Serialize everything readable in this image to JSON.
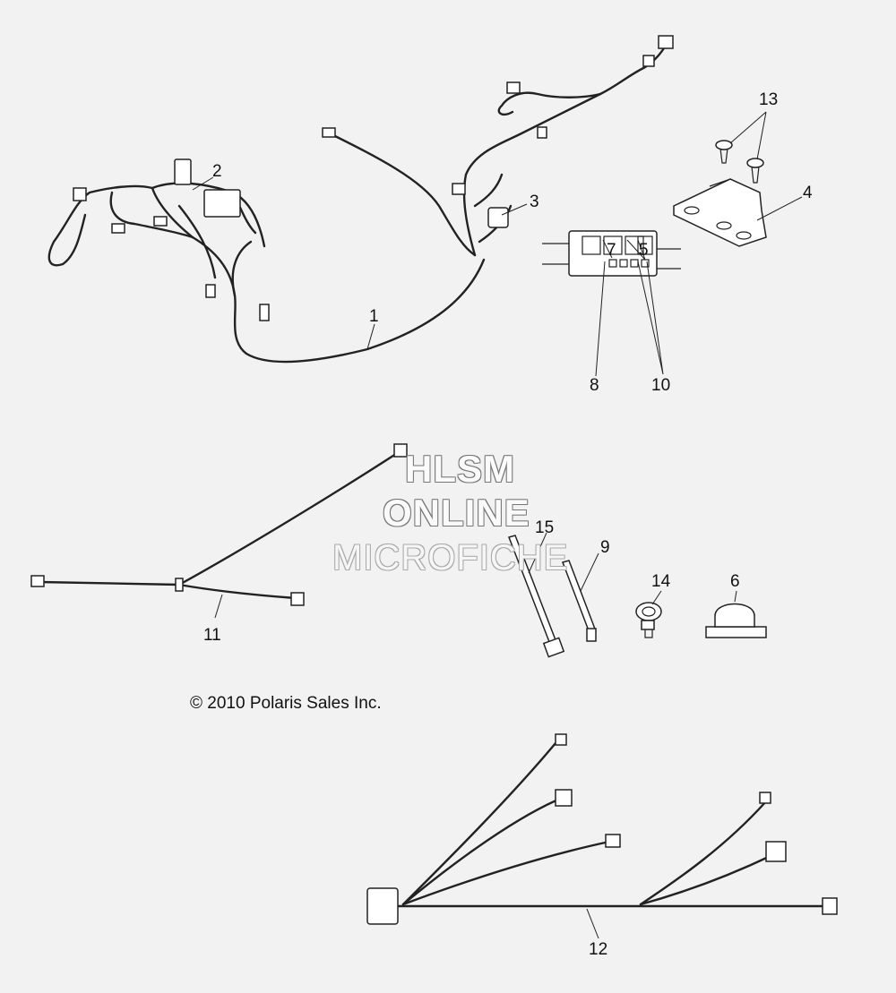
{
  "callouts": [
    "1",
    "2",
    "3",
    "4",
    "5",
    "6",
    "7",
    "8",
    "9",
    "10",
    "11",
    "12",
    "13",
    "14",
    "15"
  ],
  "copyright": "© 2010 Polaris Sales Inc.",
  "watermark": {
    "line1": "HLSM",
    "line2": "ONLINE",
    "line3": "MICROFICHE"
  }
}
